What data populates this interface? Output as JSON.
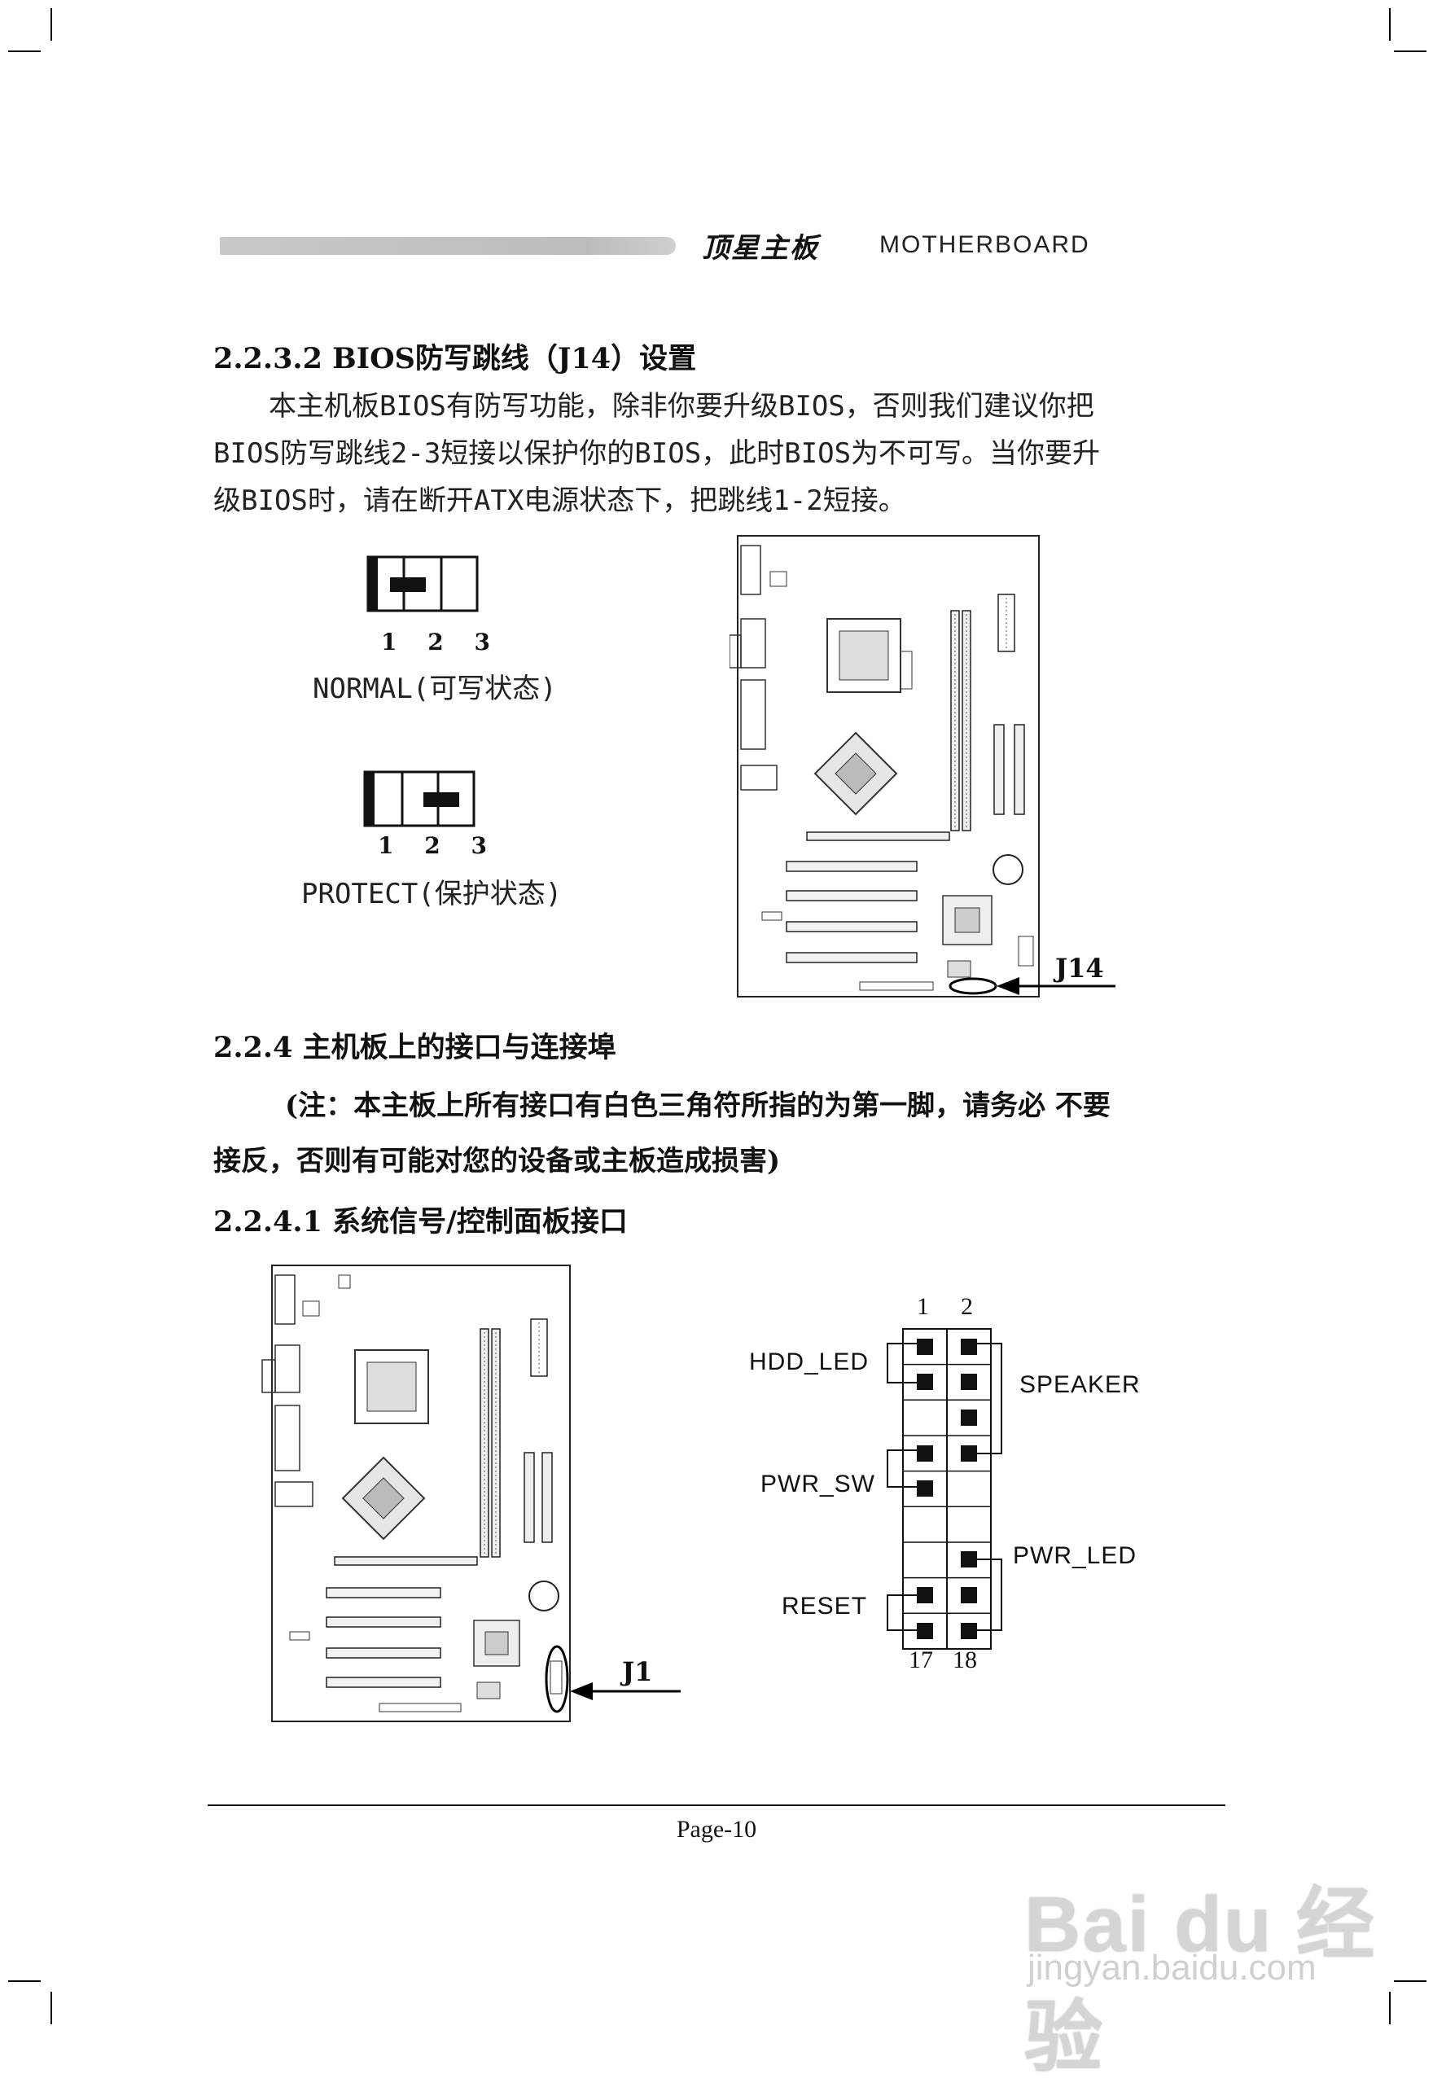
{
  "header": {
    "logo_text": "顶星主板",
    "word": "MOTHERBOARD"
  },
  "section_2232": {
    "title": "2.2.3.2  BIOS防写跳线（J14）设置",
    "paragraph_lines": [
      "　　本主机板BIOS有防写功能，除非你要升级BIOS，否则我们建议你把",
      "BIOS防写跳线2-3短接以保护你的BIOS，此时BIOS为不可写。当你要升",
      "级BIOS时，请在断开ATX电源状态下，把跳线1-2短接。"
    ],
    "normal_pins": "1 2 3",
    "normal_caption": "NORMAL(可写状态)",
    "protect_pins": "1 2 3",
    "protect_caption": "PROTECT(保护状态)",
    "board_label": "J14"
  },
  "section_224": {
    "title": "2.2.4 主机板上的接口与连接埠",
    "note_line1": "(注：本主板上所有接口有白色三角符所指的为第一脚，请务必 不要",
    "note_line2": "接反，否则有可能对您的设备或主板造成损害)"
  },
  "section_2241": {
    "title": "2.2.4.1 系统信号/控制面板接口",
    "board_label": "J1",
    "pin_top_left": "1",
    "pin_top_right": "2",
    "pin_bottom_left": "17",
    "pin_bottom_right": "18",
    "labels": {
      "hdd_led": "HDD_LED",
      "speaker": "SPEAKER",
      "pwr_sw": "PWR_SW",
      "pwr_led": "PWR_LED",
      "reset": "RESET"
    }
  },
  "footer": {
    "page": "Page-10"
  },
  "watermark": {
    "brand": "Bai du 经验",
    "url": "jingyan.baidu.com"
  }
}
